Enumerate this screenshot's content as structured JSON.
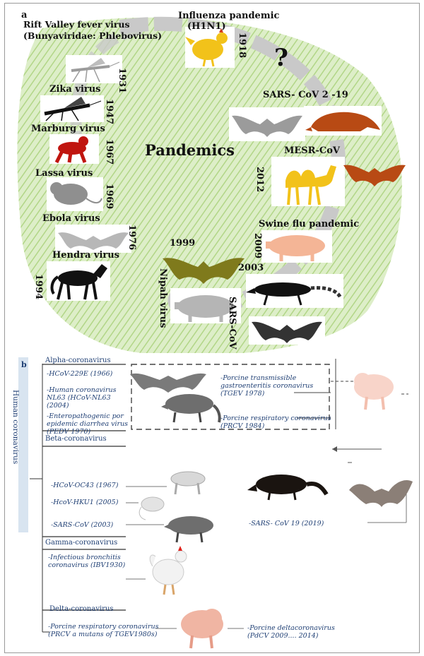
{
  "panel_a": {
    "letter": "a",
    "center_title": "Pandemics",
    "question_mark": "?",
    "events": [
      {
        "virus": "Influenza pandemic",
        "virus2": "(H1N1)",
        "year": "1918"
      },
      {
        "virus": "Rift Valley fever virus",
        "virus2": "(Bunyaviridae: Phlebovirus)",
        "year": "1931"
      },
      {
        "virus": "Zika virus",
        "year": "1947"
      },
      {
        "virus": "Marburg virus",
        "year": "1967"
      },
      {
        "virus": "Lassa virus",
        "year": "1969"
      },
      {
        "virus": "Ebola virus",
        "year": "1976"
      },
      {
        "virus": "Hendra virus",
        "year": "1994"
      },
      {
        "virus": "Nipah virus",
        "year": "1999"
      },
      {
        "virus": "SARS-CoV",
        "year": "2003"
      },
      {
        "virus": "Swine flu pandemic",
        "year": "2009"
      },
      {
        "virus": "MESR-CoV",
        "year": "2012"
      },
      {
        "virus": "SARS- CoV 2 -19"
      }
    ],
    "icons": [
      "chicken-icon",
      "mosquito-icon",
      "mosquito-icon",
      "chimpanzee-icon",
      "rat-icon",
      "bat-icon",
      "horse-icon",
      "bat-icon",
      "pig-icon",
      "civet-icon",
      "bat-icon",
      "pig-icon",
      "camel-icon",
      "bat-icon",
      "bat-icon",
      "pangolin-icon"
    ],
    "colors": {
      "chicken": "#f2c21a",
      "chimp": "#c0150f",
      "camel": "#f2c21a",
      "orange_bat": "#b84a14",
      "pangolin": "#b84a14",
      "olive_bat": "#7f7a1c",
      "pig": "#f4b596",
      "grey": "#9b9b9b",
      "green_bg": "#b9dc8f"
    }
  },
  "panel_b": {
    "letter": "b",
    "vertical_label": "Human coronavirus",
    "groups": [
      {
        "name": "Alpha-coronavirus",
        "items": [
          "-HCoV-229E (1966)",
          "-Human coronavirus",
          "NL63 (HCoV-NL63",
          "(2004)",
          "-Enteropathogenic por",
          "epidemic diarrhea virus",
          "(PEDV 1970)"
        ]
      },
      {
        "name": "Beta-coronavirus",
        "items": [
          "-HCoV-OC43 (1967)",
          "-HcoV-HKU1 (2005)",
          "-SARS-CoV (2003)"
        ]
      },
      {
        "name": "Gamma-coronavirus",
        "items": [
          "-Infectious bronchitis",
          "coronavirus (IBV1930)"
        ]
      },
      {
        "name": "Delta-coronavirus",
        "items": [
          "-Porcine respiratory coronavirus",
          "(PRCV a mutans of TGEV1980s)"
        ]
      }
    ],
    "right_items": [
      "-Porcine transmissible",
      "gastroenteritis coronavirus",
      "(TGEV 1978)",
      "-Porcine respiratory coronavirus",
      "(PRCV 1984)",
      "-SARS- CoV 19 (2019)",
      "-Porcine deltacoronavirus",
      "(PdCV 2009.... 2014)"
    ]
  }
}
